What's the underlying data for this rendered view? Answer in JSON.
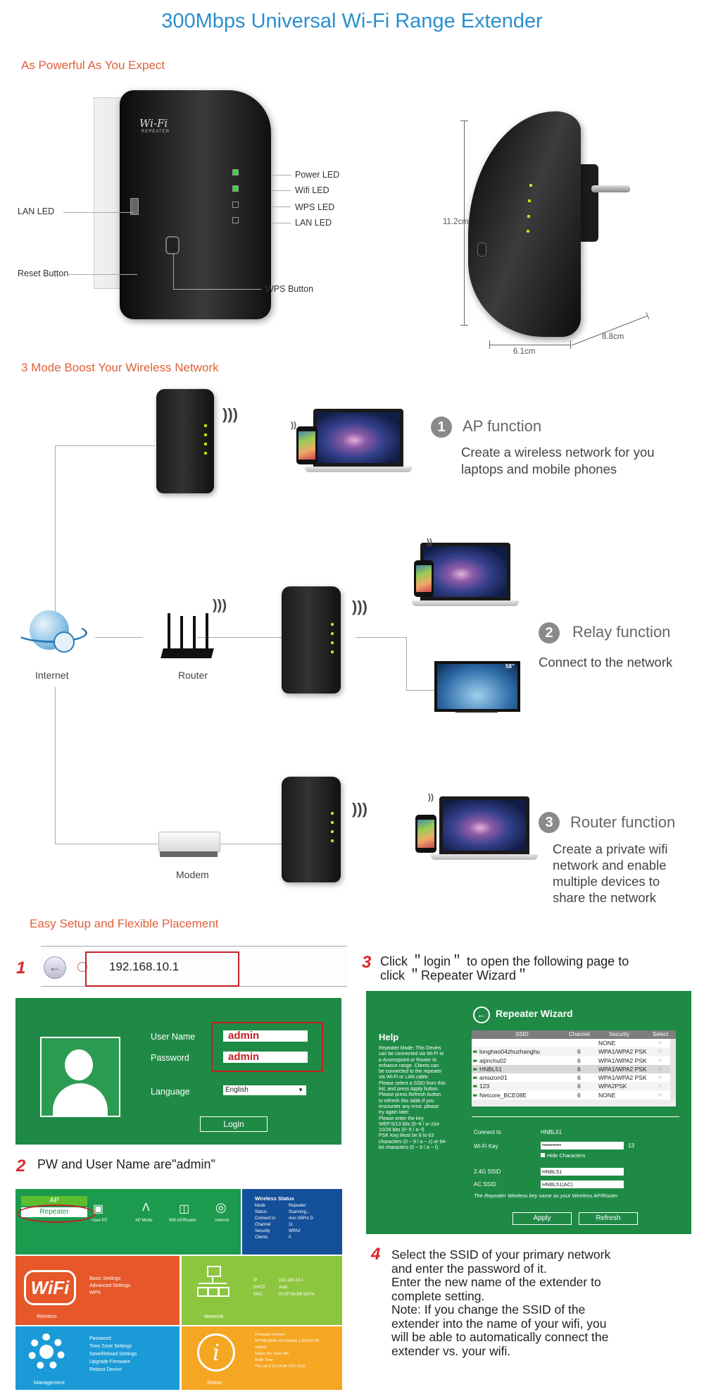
{
  "title": "300Mbps Universal Wi-Fi Range Extender",
  "sections": {
    "powerful": "As Powerful As You Expect",
    "modes": "3 Mode Boost Your Wireless Network",
    "setup": "Easy Setup and Flexible Placement"
  },
  "product": {
    "logo_main": "Wi-Fi",
    "logo_sub": "REPEATER",
    "labels": {
      "power_led": "Power LED",
      "wifi_led": "Wifi LED",
      "wps_led": "WPS LED",
      "lan_led_right": "LAN LED",
      "lan_led_left": "LAN LED",
      "reset_button": "Reset Button",
      "wps_button": "WPS Button"
    },
    "dimensions": {
      "height": "11.2cm",
      "width": "6.1cm",
      "depth": "8.8cm"
    }
  },
  "modes": {
    "internet": "Internet",
    "router": "Router",
    "modem": "Modem",
    "tv_size": "58\"",
    "ap": {
      "number": "1",
      "title": "AP function",
      "desc": [
        "Create a wireless network for you",
        "laptops and mobile phones"
      ]
    },
    "relay": {
      "number": "2",
      "title": "Relay function",
      "desc": [
        "Connect to the network"
      ]
    },
    "router_fn": {
      "number": "3",
      "title": "Router function",
      "desc": [
        "Create a private wifi",
        "network and enable",
        "multiple devices to",
        "share the network"
      ]
    }
  },
  "steps": {
    "s1": {
      "number": "1",
      "address": "192.168.10.1"
    },
    "s2": {
      "number": "2",
      "text": "PW and User Name are\"admin\""
    },
    "s3": {
      "number": "3",
      "line1": "Click ＂login＂ to open the following page to",
      "line2": "click ＂Repeater Wizard＂"
    },
    "s4": {
      "number": "4",
      "lines": [
        "Select the SSID of your primary network",
        "and enter the password of it.",
        "Enter the new name of the extender to",
        "complete setting.",
        "Note: If you change the SSID of the",
        "extender into the name of your wifi, you",
        "will be able to automatically connect the",
        "extender vs. your wifi."
      ]
    }
  },
  "login": {
    "user_label": "User Name",
    "user_value": "admin",
    "pass_label": "Password",
    "pass_value": "admin",
    "lang_label": "Language",
    "lang_value": "English",
    "login_button": "Login"
  },
  "dashboard": {
    "ap": "AP",
    "repeater": "Repeater",
    "user_pc": "User-PC",
    "ap_mode": "AP Mode",
    "wifi_router": "Wifi AP/Router",
    "internet": "Internet",
    "status_title": "Wireless Status",
    "status_rows": [
      [
        "Mode",
        "Repeater"
      ],
      [
        "Status",
        "Scanning..."
      ],
      [
        "Connect to",
        "vivo X5Pro D"
      ],
      [
        "Channel",
        "11"
      ],
      [
        "Security",
        "WPA2"
      ],
      [
        "Clients",
        "0"
      ]
    ],
    "wireless_label": "Wireless",
    "wireless_items": [
      "Basic Settings",
      "Advanced Settings",
      "WPS"
    ],
    "network_label": "Network",
    "network_rows": [
      [
        "IP",
        "192.168.10.1"
      ],
      [
        "DHCP",
        "Auto"
      ],
      [
        "MAC",
        "00:0F:56:B9:1B:FA"
      ]
    ],
    "management_label": "Management",
    "management_items": [
      "Password",
      "Time Zone Settings",
      "Save/Reload Settings",
      "Upgrade Firmware",
      "Reboot Device"
    ],
    "status_label": "Status",
    "status_info": [
      "Firmware Version",
      "RPT60-8396-V0-ASHEX 1.20150709",
      "Uptime",
      "1days 1hr 1min 44s",
      "Build Time",
      "Thu Jul 9 10:24:06 CST 2015"
    ]
  },
  "wizard": {
    "title": "Repeater Wizard",
    "help_title": "Help",
    "help_text": [
      "Repeater Mode: This Devies",
      "can be connected via Wi-Fi to",
      "a Accesspoint or Router to",
      "enhance range. Clients can",
      "be connected to the repeater",
      "via Wi-Fi or LAN cable.",
      "Please select a SSID from this",
      "list, and press Apply button.",
      "Please press Refresh button",
      "to refresh this table.If you",
      "encounter any error, please",
      "try again later.",
      "Please enter the key",
      "WEP:5/13 bits (0~9 / a~z)or",
      "10/26 bits (0~9 / a~f)",
      "PSK Key:Must be 8 to 63",
      "characters (0 ~ 9 / a ~ z) or 64-",
      "bit characters (0 ~ 9 / a ~ f)."
    ],
    "columns": [
      "SSID",
      "Channel",
      "Security",
      "Select"
    ],
    "rows": [
      [
        "",
        "",
        "NONE"
      ],
      [
        "longhao04zhuzhanghu",
        "6",
        "WPA1/WPA2 PSK"
      ],
      [
        "aijinchu02",
        "6",
        "WPA1/WPA2 PSK"
      ],
      [
        "HNBL51",
        "6",
        "WPA1/WPA2 PSK"
      ],
      [
        "amazon01",
        "6",
        "WPA1/WPA2 PSK"
      ],
      [
        "123",
        "6",
        "WPA2PSK"
      ],
      [
        "Netcore_BCE08E",
        "6",
        "NONE"
      ]
    ],
    "connect_label": "Connect to",
    "connect_value": "HNBL51",
    "key_label": "Wi-Fi Key",
    "key_value": "•••••••••••",
    "key_count": "13",
    "hide_chars": "Hide Characters",
    "ssid24_label": "2.4G SSID",
    "ssid24_value": "HNBL51",
    "acssid_label": "AC SSID",
    "acssid_value": "HNBL51(AC)",
    "note": "The Repeater Wireless key same as your Wireless AP/Router",
    "apply": "Apply",
    "refresh": "Refresh"
  }
}
